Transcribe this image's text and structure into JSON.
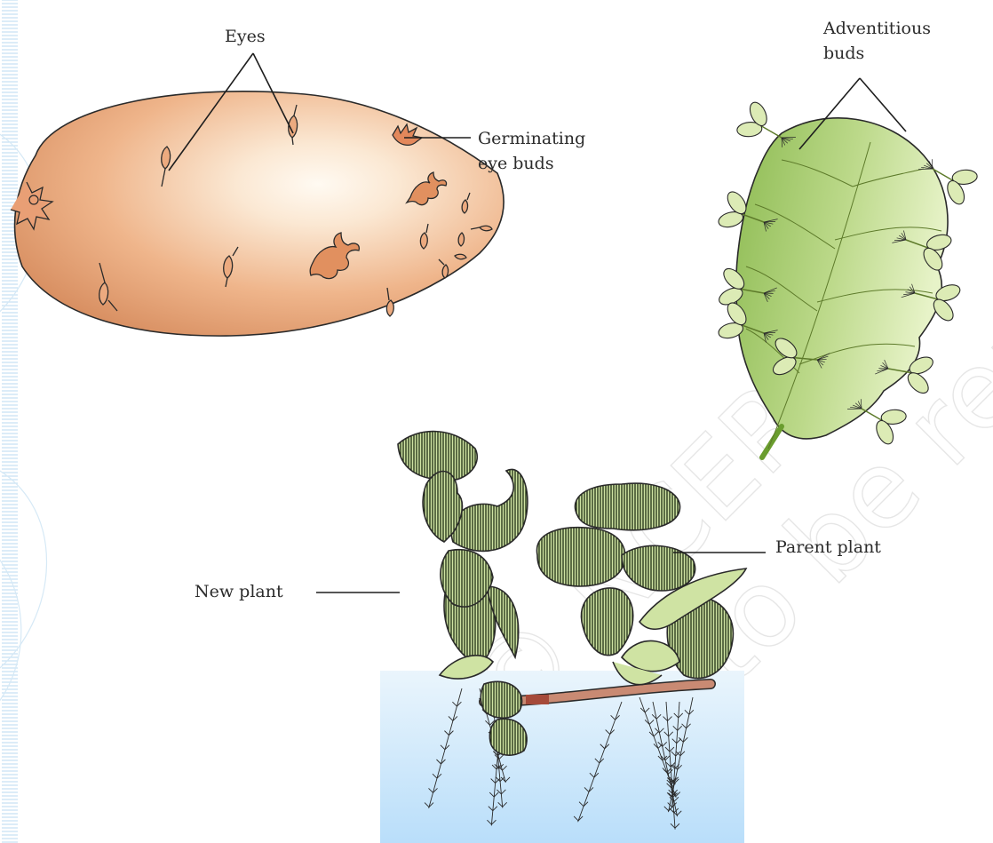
{
  "labels": {
    "eyes": "Eyes",
    "germinating_line1": "Germinating",
    "germinating_line2": "eye buds",
    "adventitious_line1": "Adventitious",
    "adventitious_line2": "buds",
    "parent_plant": "Parent plant",
    "new_plant": "New plant"
  },
  "watermark": {
    "line1": "© NCERT",
    "line2": "not to be republished"
  },
  "colors": {
    "potato_dark": "#d58a5c",
    "potato_light": "#fbe8d3",
    "potato_highlight": "#fffaf2",
    "leaf_dark": "#8dbb52",
    "leaf_light": "#e7f3c8",
    "plant_green": "#cfe3a3",
    "water_top": "#eaf5fc",
    "water_bottom": "#b9defa",
    "stolon": "#c98a73",
    "margin_blue": "#b9dcf2"
  }
}
